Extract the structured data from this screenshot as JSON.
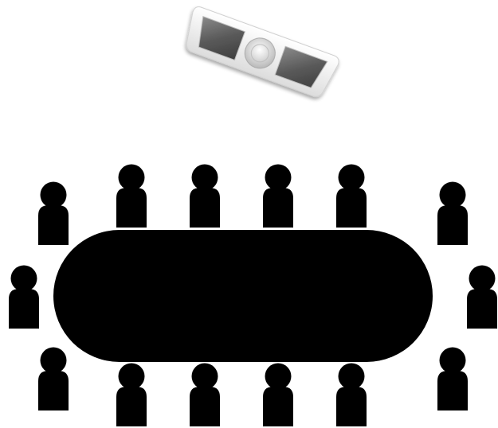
{
  "diagram": {
    "sensor": {
      "icon": "ceiling-occupancy-sensor-icon",
      "body_color": "#f4f4f4",
      "lens_color": "#5e5e5e"
    },
    "table": {
      "icon": "conference-table-icon",
      "color": "#000000"
    },
    "people": {
      "icon": "person-icon",
      "color": "#000000",
      "count": 14,
      "top_row": 4,
      "bottom_row": 4,
      "left_side": 3,
      "right_side": 3
    }
  }
}
